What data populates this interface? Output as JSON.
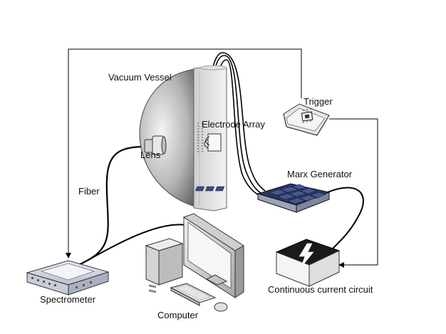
{
  "labels": {
    "vacuum_vessel": "Vacuum Vessel",
    "electrode_array": "Electrode Array",
    "lens": "Lens",
    "fiber": "Fiber",
    "trigger": "Trigger",
    "marx_generator": "Marx Generator",
    "spectrometer": "Spectrometer",
    "computer": "Computer",
    "continuous_current_circuit": "Continuous current circuit"
  },
  "icons": {
    "trigger": "chip-icon",
    "circuit": "lightning-bolt-icon"
  },
  "colors": {
    "line": "#000000",
    "device_body": "#dcdcdc",
    "marx_top": "#2b3560",
    "background": "#ffffff"
  }
}
